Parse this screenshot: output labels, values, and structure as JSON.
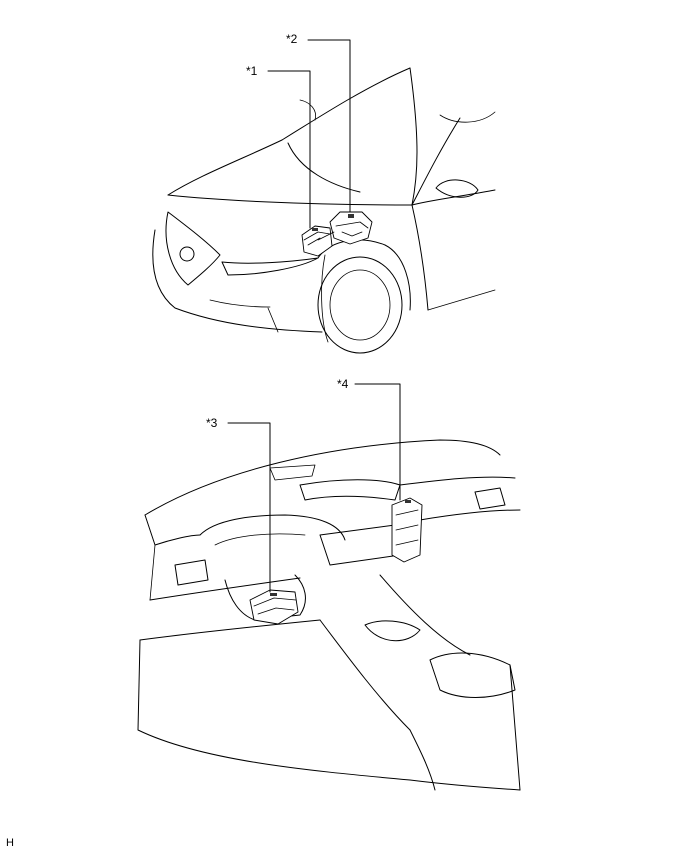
{
  "diagram": {
    "callouts": [
      {
        "id": "1",
        "label": "*1"
      },
      {
        "id": "2",
        "label": "*2"
      },
      {
        "id": "3",
        "label": "*3"
      },
      {
        "id": "4",
        "label": "*4"
      }
    ],
    "sheet_code": "H",
    "colors": {
      "line": "#000000",
      "background": "#ffffff"
    }
  }
}
